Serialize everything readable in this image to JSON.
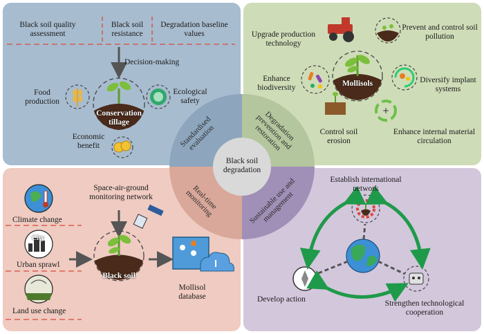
{
  "center": {
    "label": "Black soil degradation"
  },
  "ring": {
    "standardised": "Standardised evaluation",
    "prevention": "Degradation prevention and restoration",
    "monitoring": "Real-time monitoring",
    "sustainable": "Sustainable use and management"
  },
  "top_left": {
    "headers": [
      "Black soil quality assessment",
      "Black soil resistance",
      "Degradation baseline values"
    ],
    "decision": "Decision-making",
    "food": "Food production",
    "center": "Conservation tillage",
    "ecological": "Ecological safety",
    "economic": "Economic benefit"
  },
  "top_right": {
    "upgrade": "Upgrade production technology",
    "pollution": "Prevent and control soil pollution",
    "biodiversity": "Enhance biodiversity",
    "center": "Mollisols",
    "diversify": "Diversify implant systems",
    "erosion": "Control soil erosion",
    "circulation": "Enhance internal material circulation"
  },
  "bottom_left": {
    "network": "Space-air-ground monitoring network",
    "climate": "Climate change",
    "city": "City",
    "urban": "Urban sprawl",
    "land": "Land use change",
    "center": "Black soil",
    "database": "Mollisol database"
  },
  "bottom_right": {
    "international": "Establish international network",
    "develop": "Develop action",
    "strengthen": "Strengthen technological cooperation"
  },
  "colors": {
    "tl": "#a8bccf",
    "tr": "#cfdcb8",
    "bl": "#efcbc1",
    "br": "#d3c7dc",
    "dashed_red": "#d9483b",
    "soil": "#4a2a1a",
    "arrow_green": "#1f9a4a",
    "arrow_gray": "#555555"
  }
}
